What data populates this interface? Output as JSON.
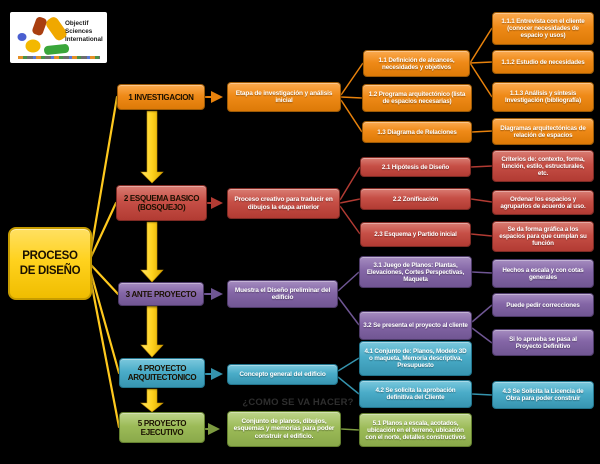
{
  "logo": {
    "lines": [
      "Objectif",
      "Sciences",
      "International"
    ]
  },
  "root": {
    "line1": "PROCESO",
    "line2": "DE DISEÑO"
  },
  "hidden_heading": "¿COMO SE VA HACER?",
  "stages": [
    {
      "label": "1 INVESTIGACION",
      "desc": "Etapa de investigación y análisis inicial"
    },
    {
      "label": "2 ESQUEMA BASICO (BOSQUEJO)",
      "desc": "Proceso creativo para traducir en dibujos la etapa anterior"
    },
    {
      "label": "3 ANTE PROYECTO",
      "desc": "Muestra el Diseño preliminar del edificio"
    },
    {
      "label": "4 PROYECTO ARQUITECTONICO",
      "desc": "Concepto general del edificio"
    },
    {
      "label": "5 PROYECTO EJECUTIVO",
      "desc": "Conjunto de planos, dibujos, esquemas y memorias para poder construir el edificio."
    }
  ],
  "substeps": {
    "s11": "1.1  Definición de alcances, necesidades y objetivos",
    "s12": "1.2 Programa arquitectónico  (lista de espacios necesarias)",
    "s13": "1.3 Diagrama de Relaciones",
    "s21": "2.1 Hipótesis de Diseño",
    "s22": "2.2 Zonificación",
    "s23": "2.3 Esquema y Partido inicial",
    "s31": "3.1  Juego de Planos: Plantas, Elevaciones, Cortes Perspectivas, Maqueta",
    "s32": "3.2 Se presenta el proyecto al cliente",
    "s41": "4.1 Conjunto de: Planos, Modelo 3D o maqueta, Memoria descriptiva, Presupuesto",
    "s42": "4.2 Se solicita la aprobación definitiva del Cliente",
    "s43": "4.3 Se  Solicita la Licencia de Obra para poder construir",
    "s51": "5.1 Planos a escala, acotados, ubicación en el terreno, ubicación con el norte, detalles constructivos"
  },
  "details": {
    "d111": "1.1.1 Entrevista con el cliente (conocer necesidades de espacio y usos)",
    "d112": "1.1.2 Estudio de necesidades",
    "d113": "1.1.3 Análisis y síntesis Investigación (bibliografía)",
    "d13": "Diagramas arquitectónicas de relación de espacios",
    "d21": "Criterios de: contexto, forma, función, estilo, estructurales, etc.",
    "d22": "Ordenar los espacios y agruparlos de acuerdo al uso.",
    "d23": "Se da forma gráfica a los espacios  para que cumplan su función",
    "d31": "Hechos a escala y con cotas generales",
    "d32a": "Puede pedir correcciones",
    "d32b": "Si lo aprueba se pasa al Proyecto Definitivo"
  },
  "palette": {
    "orange": "#E8820C",
    "red": "#C0504D",
    "purple": "#8064A2",
    "teal": "#4BACC6",
    "green": "#9BBB59",
    "yellow": "#FFD21E",
    "background": "#000000"
  }
}
